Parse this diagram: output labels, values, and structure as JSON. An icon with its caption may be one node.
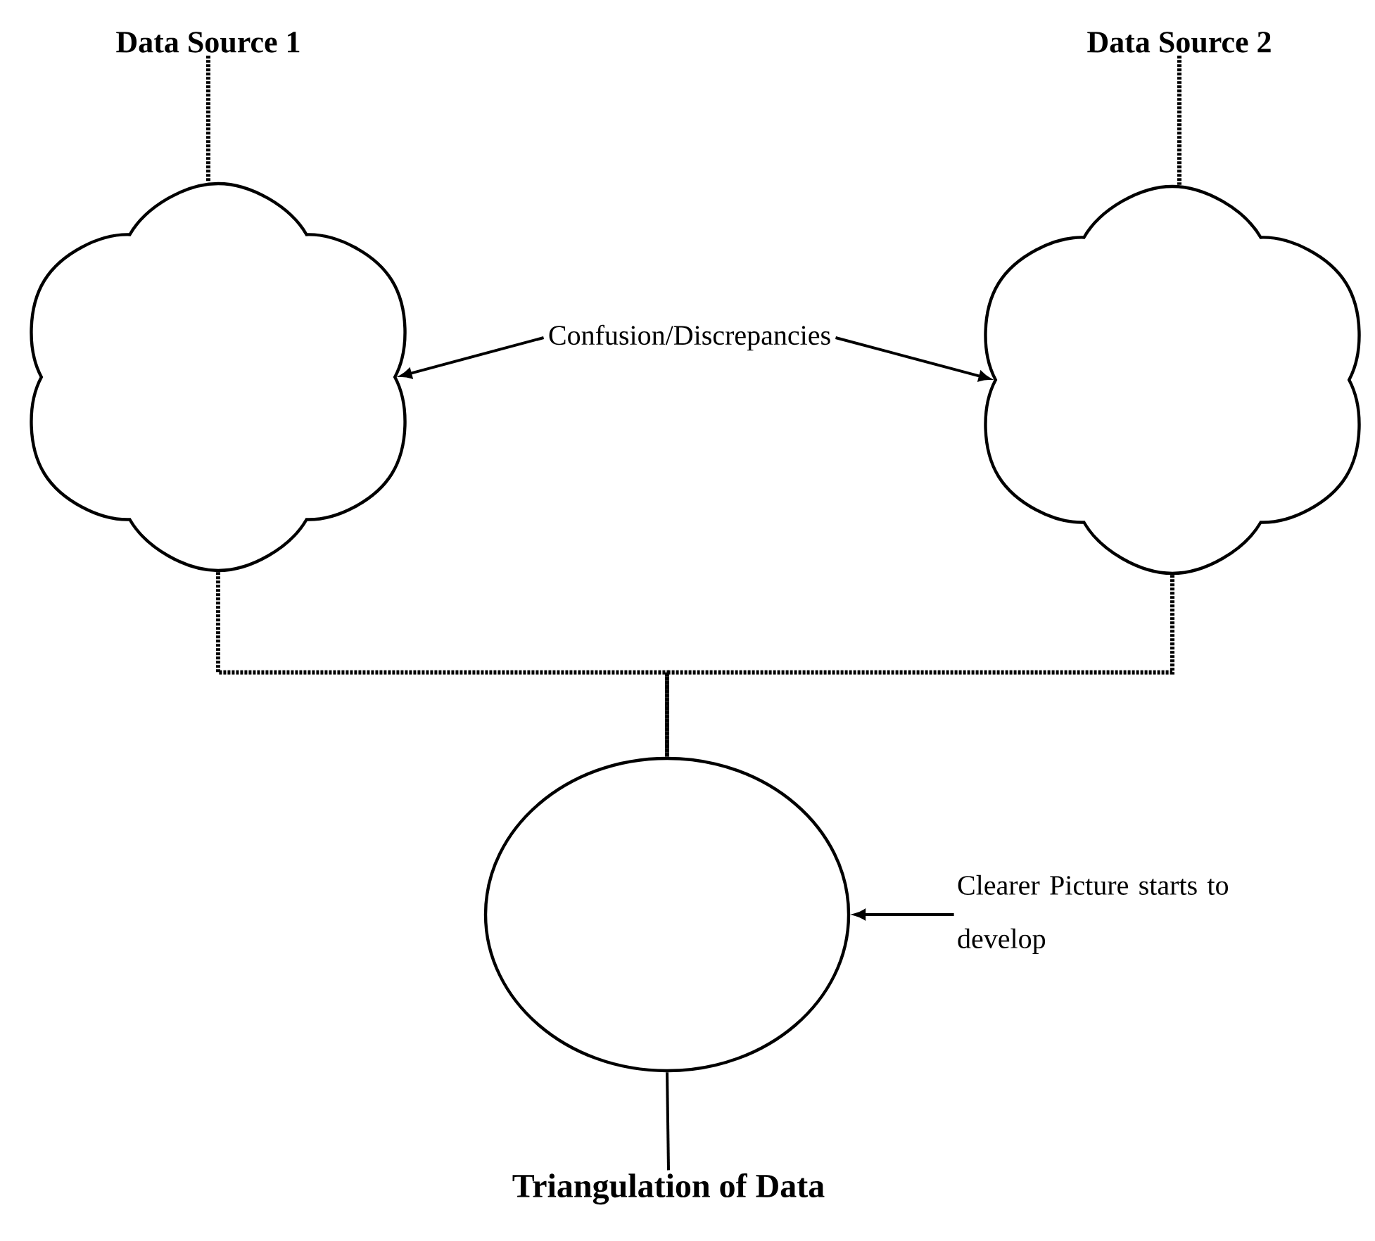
{
  "diagram": {
    "nodes": [
      {
        "text": [
          "Data Source 1"
        ]
      },
      {
        "text": [],
        "shape": "cloud"
      },
      {
        "text": [
          "Data Source 2"
        ]
      },
      {
        "text": [],
        "shape": "cloud"
      },
      {
        "text": [
          "Confusion/Discrepancies"
        ]
      },
      {
        "text": [],
        "shape": "circle"
      },
      {
        "text": [
          "Clearer Picture starts to develop"
        ]
      },
      {
        "text": [
          "Triangulation  of Data"
        ]
      }
    ],
    "edges": [
      {
        "from": 0,
        "to": 1,
        "arrow": "none",
        "style": "dashed"
      },
      {
        "from": 2,
        "to": 3,
        "arrow": "none",
        "style": "dashed"
      },
      {
        "from": 4,
        "to": 1,
        "arrow": "to"
      },
      {
        "from": 4,
        "to": 3,
        "arrow": "to"
      },
      {
        "from": 1,
        "to": 5,
        "arrow": "none",
        "style": "dashed"
      },
      {
        "from": 3,
        "to": 5,
        "arrow": "none",
        "style": "dashed"
      },
      {
        "from": 6,
        "to": 5,
        "arrow": "to"
      },
      {
        "from": 5,
        "to": 7,
        "arrow": "none"
      }
    ]
  }
}
